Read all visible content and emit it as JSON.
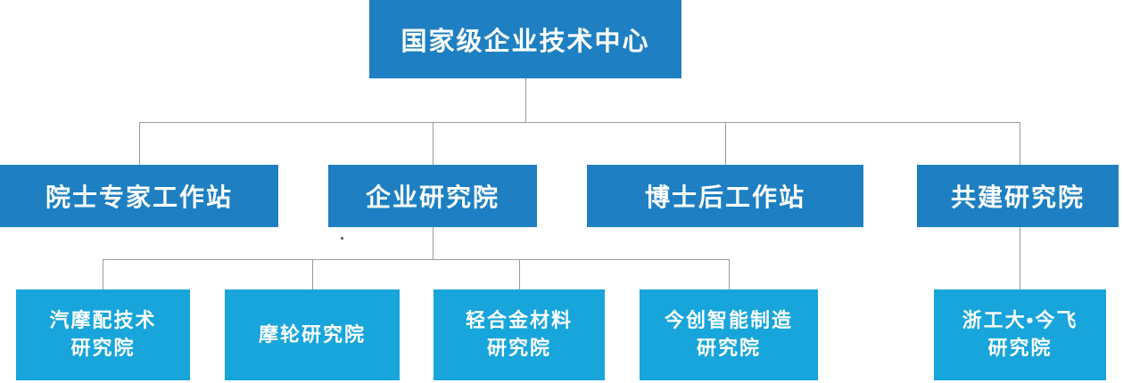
{
  "colors": {
    "primary": "#1E80C2",
    "secondary": "#17A5DB",
    "line": "#9B9B9B",
    "text": "#FFFFFF",
    "background": "#FFFFFF"
  },
  "org_chart": {
    "root": {
      "label": "国家级企业技术中心"
    },
    "level2": [
      {
        "label": "院士专家工作站",
        "parent": "国家级企业技术中心"
      },
      {
        "label": "企业研究院",
        "parent": "国家级企业技术中心"
      },
      {
        "label": "博士后工作站",
        "parent": "国家级企业技术中心"
      },
      {
        "label": "共建研究院",
        "parent": "国家级企业技术中心"
      }
    ],
    "level3": [
      {
        "label": "汽摩配技术研究院",
        "l1": "汽摩配技术",
        "l2": "研究院",
        "parent": "企业研究院"
      },
      {
        "label": "摩轮研究院",
        "l1": "摩轮研究院",
        "parent": "企业研究院"
      },
      {
        "label": "轻合金材料研究院",
        "l1": "轻合金材料",
        "l2": "研究院",
        "parent": "企业研究院"
      },
      {
        "label": "今创智能制造研究院",
        "l1": "今创智能制造",
        "l2": "研究院",
        "parent": "企业研究院"
      },
      {
        "label": "浙工大•今飞研究院",
        "l1": "浙工大•今飞",
        "l2": "研究院",
        "parent": "共建研究院"
      }
    ]
  }
}
